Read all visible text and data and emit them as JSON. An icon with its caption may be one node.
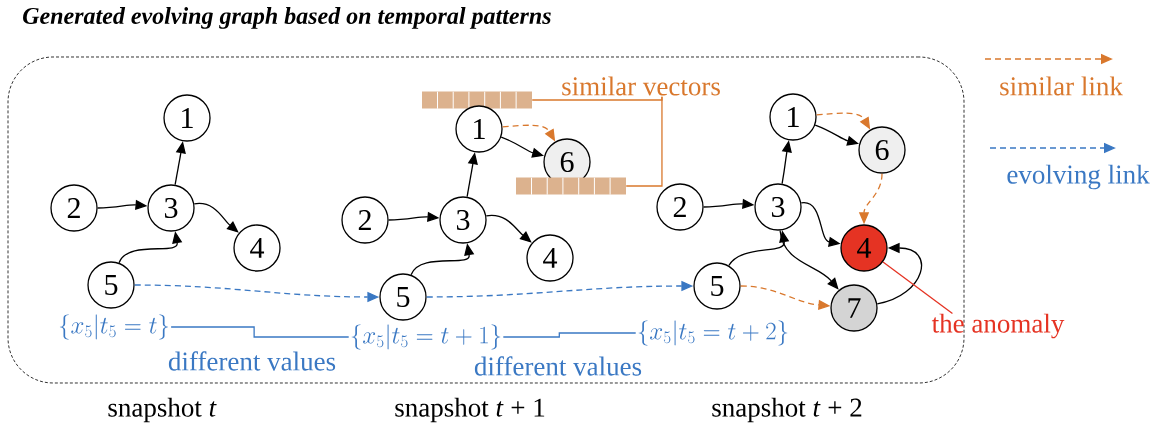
{
  "diagram": {
    "title": "Generated evolving graph based on temporal patterns",
    "nodes": [
      {
        "text": [],
        "shape": "box"
      },
      {
        "text": [
          "1"
        ],
        "in": 0
      },
      {
        "text": [
          "2"
        ],
        "in": 0
      },
      {
        "text": [
          "3"
        ],
        "in": 0
      },
      {
        "text": [
          "4"
        ],
        "in": 0
      },
      {
        "text": [
          "5"
        ],
        "in": 0
      },
      {
        "text": [],
        "shape": "bar",
        "in": 0
      },
      {
        "text": [
          "similar vectors"
        ],
        "in": 0
      },
      {
        "text": [
          "1"
        ],
        "in": 0
      },
      {
        "text": [
          "6"
        ],
        "in": 0
      },
      {
        "text": [],
        "shape": "bar",
        "in": 0
      },
      {
        "text": [
          "2"
        ],
        "in": 0
      },
      {
        "text": [
          "3"
        ],
        "in": 0
      },
      {
        "text": [
          "4"
        ],
        "in": 0
      },
      {
        "text": [
          "5"
        ],
        "in": 0
      },
      {
        "text": [
          "1"
        ],
        "in": 0
      },
      {
        "text": [
          "6"
        ],
        "in": 0
      },
      {
        "text": [
          "2"
        ],
        "in": 0
      },
      {
        "text": [
          "3"
        ],
        "in": 0
      },
      {
        "text": [
          "4"
        ],
        "in": 0
      },
      {
        "text": [
          "5"
        ],
        "in": 0
      },
      {
        "text": [
          "7"
        ],
        "in": 0
      },
      {
        "text": [
          "the anomaly"
        ]
      },
      {
        "text": [
          "\\{x_5|t_5=t\\}"
        ],
        "in": 0
      },
      {
        "text": [
          "\\{x_5|t_5=t+1\\}"
        ],
        "in": 0
      },
      {
        "text": [
          "\\{x_5|t_5=t+2\\}"
        ],
        "in": 0
      }
    ],
    "edges": [
      {
        "from": 3,
        "to": 1,
        "arrow": "to"
      },
      {
        "from": 2,
        "to": 3,
        "arrow": "to"
      },
      {
        "from": 3,
        "to": 4,
        "arrow": "to"
      },
      {
        "from": 5,
        "to": 3,
        "arrow": "to"
      },
      {
        "from": 5,
        "to": 14,
        "arrow": "to",
        "style": "dashed",
        "color": "#3a78c3"
      },
      {
        "from": 14,
        "to": 20,
        "arrow": "to",
        "style": "dashed",
        "color": "#3a78c3"
      },
      {
        "from": 12,
        "to": 8,
        "arrow": "to"
      },
      {
        "from": 8,
        "to": 9,
        "arrow": "to"
      },
      {
        "from": 8,
        "to": 9,
        "arrow": "to",
        "style": "dashed",
        "color": "#d9782d"
      },
      {
        "from": 11,
        "to": 12,
        "arrow": "to"
      },
      {
        "from": 12,
        "to": 13,
        "arrow": "to"
      },
      {
        "from": 14,
        "to": 12,
        "arrow": "to"
      },
      {
        "from": 18,
        "to": 15,
        "arrow": "to"
      },
      {
        "from": 15,
        "to": 16,
        "arrow": "to"
      },
      {
        "from": 15,
        "to": 16,
        "arrow": "to",
        "style": "dashed",
        "color": "#d9782d"
      },
      {
        "from": 16,
        "to": 19,
        "arrow": "to",
        "style": "dashed",
        "color": "#d9782d"
      },
      {
        "from": 17,
        "to": 18,
        "arrow": "to"
      },
      {
        "from": 18,
        "to": 19,
        "arrow": "to"
      },
      {
        "from": 18,
        "to": 21,
        "arrow": "to"
      },
      {
        "from": 21,
        "to": 19,
        "arrow": "to"
      },
      {
        "from": 20,
        "to": 18,
        "arrow": "to"
      },
      {
        "from": 20,
        "to": 21,
        "arrow": "to",
        "style": "dashed",
        "color": "#d9782d"
      },
      {
        "from": 7,
        "to": 6,
        "arrow": "none",
        "color": "#d9782d"
      },
      {
        "from": 7,
        "to": 10,
        "arrow": "none",
        "color": "#d9782d"
      },
      {
        "from": 22,
        "to": 19,
        "arrow": "none",
        "color": "#e53323"
      },
      {
        "from": 23,
        "to": 24,
        "arrow": "none",
        "label": "different values",
        "color": "#3a78c3"
      },
      {
        "from": 24,
        "to": 25,
        "arrow": "none",
        "label": "different values",
        "color": "#3a78c3"
      }
    ],
    "labels": [
      "snapshot *t*",
      "snapshot *t* + 1",
      "snapshot *t* + 2"
    ],
    "legend": [
      {
        "text": "similar link"
      },
      {
        "text": "evolving link"
      }
    ]
  }
}
